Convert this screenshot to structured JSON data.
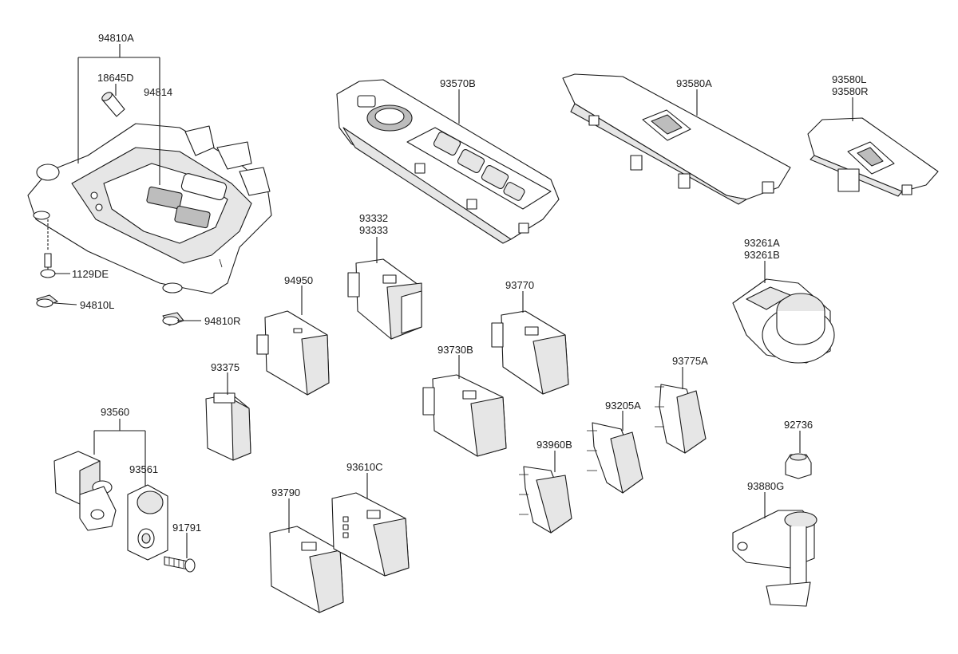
{
  "parts": {
    "p94810A": "94810A",
    "p18645D": "18645D",
    "p94814": "94814",
    "p1129DE": "1129DE",
    "p94810L": "94810L",
    "p94810R": "94810R",
    "p93570B": "93570B",
    "p93580A": "93580A",
    "p93580L": "93580L",
    "p93580R": "93580R",
    "p93332": "93332",
    "p93333": "93333",
    "p94950": "94950",
    "p93375": "93375",
    "p93770": "93770",
    "p93730B": "93730B",
    "p93261A": "93261A",
    "p93261B": "93261B",
    "p93775A": "93775A",
    "p93205A": "93205A",
    "p93960B": "93960B",
    "p92736": "92736",
    "p93880G": "93880G",
    "p93560": "93560",
    "p93561": "93561",
    "p91791": "91791",
    "p93790": "93790",
    "p93610C": "93610C"
  }
}
